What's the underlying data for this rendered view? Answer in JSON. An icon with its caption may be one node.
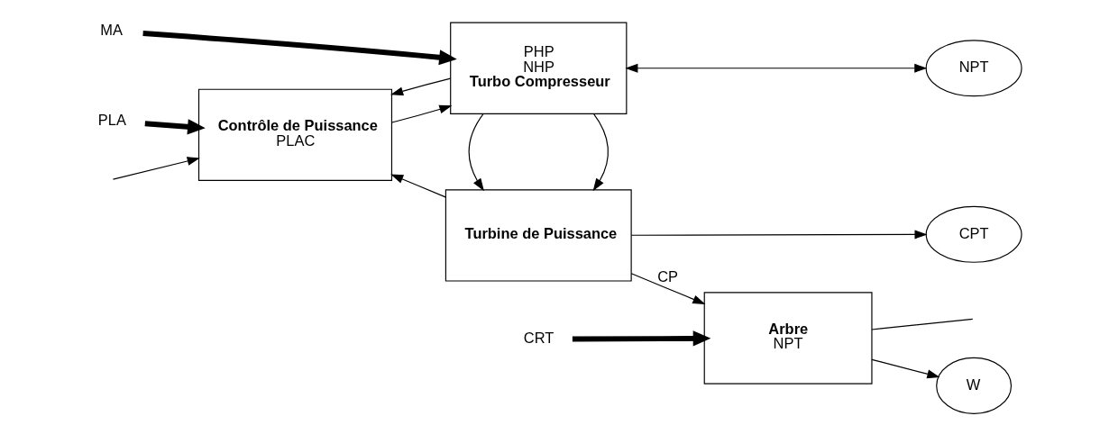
{
  "diagram": {
    "nodes": [
      {
        "text": [
          "PLA"
        ]
      },
      {
        "text": [
          "Contrôle de Puissance",
          "PLAC"
        ]
      },
      {
        "text": [
          "Turbine de Puissance"
        ]
      },
      {
        "text": [
          "Arbre",
          "NPT"
        ]
      },
      {
        "text": [
          "CRT"
        ]
      },
      {
        "text": [
          "CPT"
        ]
      },
      {
        "text": [
          "W"
        ]
      },
      {
        "text": [
          "PHP",
          "NHP",
          "Turbo Compresseur"
        ]
      },
      {
        "text": [
          "NPT"
        ]
      },
      {
        "text": [
          "MA"
        ]
      }
    ],
    "edges": [
      {
        "from": 0,
        "to": 1,
        "arrow": "to",
        "style": "thick"
      },
      {
        "from": 2,
        "to": 3,
        "arrow": "to",
        "label": "CP"
      },
      {
        "from": 2,
        "to": 5,
        "arrow": "to"
      },
      {
        "from": 2,
        "to": 1,
        "arrow": "to"
      },
      {
        "from": 4,
        "to": 3,
        "arrow": "to",
        "style": "thick"
      },
      {
        "from": 3,
        "to": 6,
        "arrow": "to"
      },
      {
        "from": 1,
        "to": 7,
        "arrow": "to"
      },
      {
        "from": 7,
        "to": 2,
        "arrow": "to"
      },
      {
        "from": 7,
        "to": 2,
        "arrow": "to"
      },
      {
        "from": 7,
        "to": 1,
        "arrow": "to"
      },
      {
        "from": 7,
        "to": 8,
        "arrow": "both"
      },
      {
        "from": 9,
        "to": 7,
        "arrow": "to",
        "style": "thick"
      },
      {
        "from": 3,
        "to": null,
        "arrow": "none"
      },
      {
        "from": null,
        "to": 1,
        "arrow": "to"
      }
    ]
  }
}
